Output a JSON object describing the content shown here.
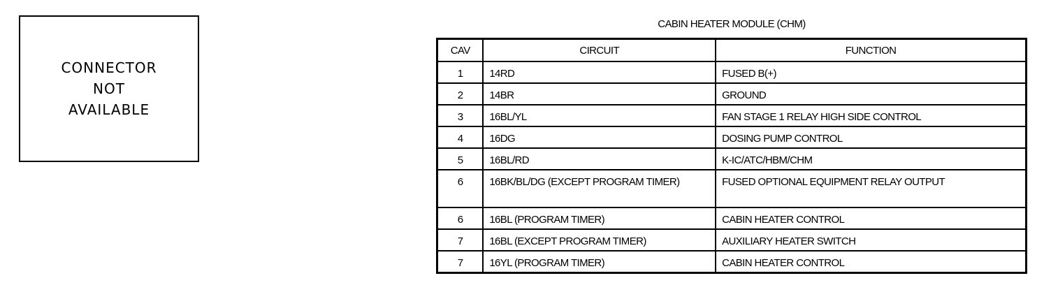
{
  "connector_placeholder": {
    "lines": [
      "CONNECTOR",
      "NOT",
      "AVAILABLE"
    ]
  },
  "table": {
    "title": "CABIN HEATER MODULE (CHM)",
    "headers": {
      "cav": "CAV",
      "circuit": "CIRCUIT",
      "function": "FUNCTION"
    },
    "rows": [
      {
        "cav": "1",
        "circuit": "14RD",
        "function": "FUSED B(+)"
      },
      {
        "cav": "2",
        "circuit": "14BR",
        "function": "GROUND"
      },
      {
        "cav": "3",
        "circuit": "16BL/YL",
        "function": "FAN STAGE 1 RELAY HIGH SIDE CONTROL"
      },
      {
        "cav": "4",
        "circuit": "16DG",
        "function": "DOSING PUMP CONTROL"
      },
      {
        "cav": "5",
        "circuit": "16BL/RD",
        "function": "K-IC/ATC/HBM/CHM"
      },
      {
        "cav": "6",
        "circuit": "16BK/BL/DG (EXCEPT PROGRAM TIMER)",
        "function": "FUSED OPTIONAL EQUIPMENT RELAY OUTPUT"
      },
      {
        "cav": "6",
        "circuit": "16BL (PROGRAM TIMER)",
        "function": "CABIN HEATER CONTROL"
      },
      {
        "cav": "7",
        "circuit": "16BL (EXCEPT PROGRAM TIMER)",
        "function": "AUXILIARY HEATER SWITCH"
      },
      {
        "cav": "7",
        "circuit": "16YL (PROGRAM TIMER)",
        "function": "CABIN HEATER CONTROL"
      }
    ]
  }
}
